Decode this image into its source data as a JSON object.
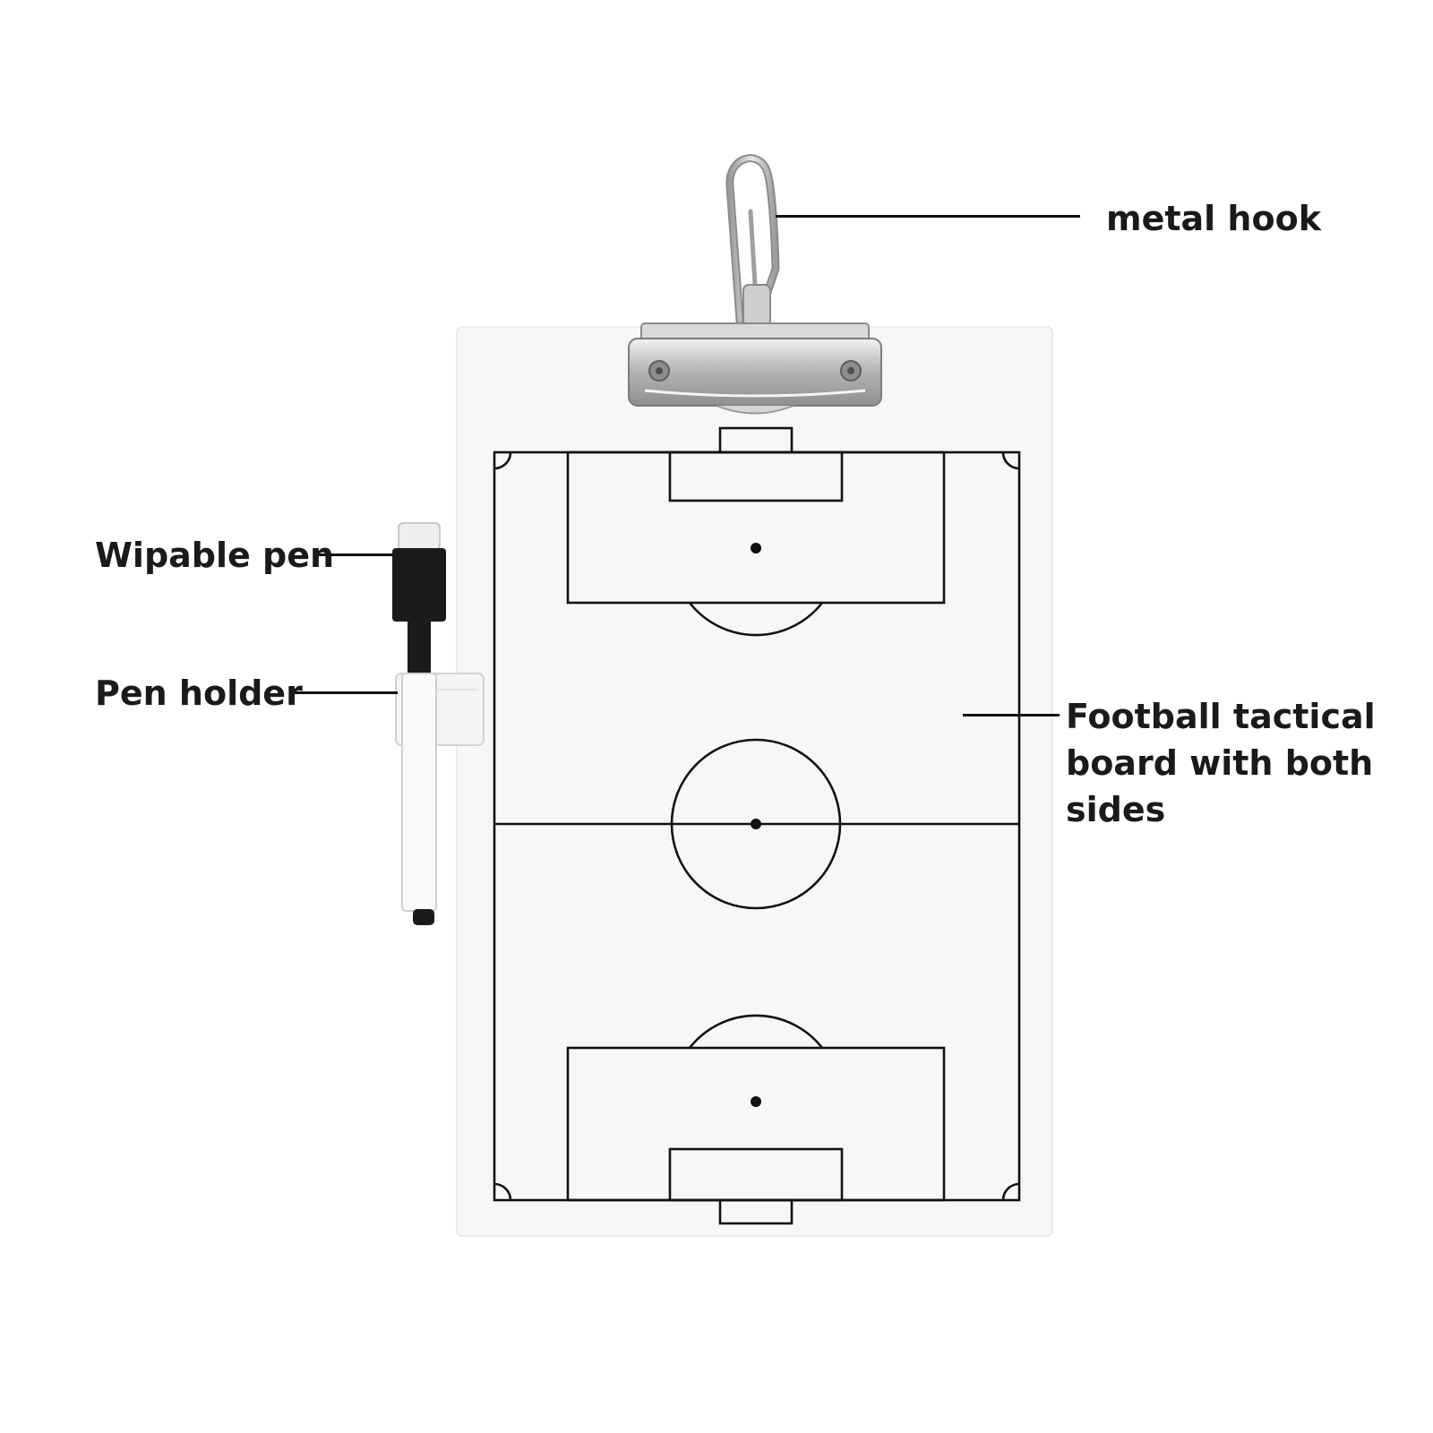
{
  "callouts": {
    "metal_hook": "metal hook",
    "wipable_pen": "Wipable pen",
    "pen_holder": "Pen holder",
    "board": {
      "line1": "Football tactical",
      "line2": "board with both",
      "line3": "sides"
    }
  },
  "colors": {
    "background": "#ffffff",
    "board": "#f7f7f7",
    "pitch_lines": "#111111",
    "metal": "#c2c2c2",
    "pen_cap": "#1b1b1b"
  },
  "icons": [
    "carabiner-hook-icon",
    "clipboard-clip-icon",
    "whiteboard-marker-icon",
    "pen-holder-clip-icon",
    "football-pitch-diagram"
  ]
}
